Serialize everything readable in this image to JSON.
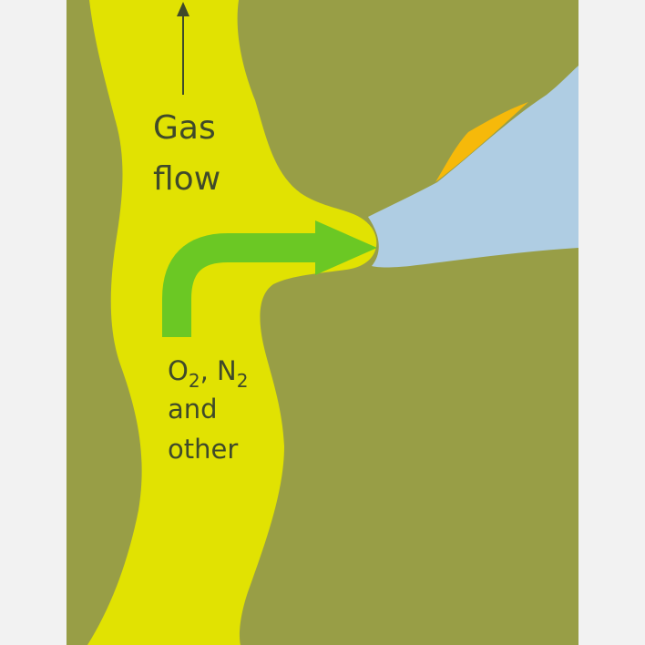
{
  "labels": {
    "gas_flow_line1": "Gas",
    "gas_flow_line2": "flow",
    "species_o": "O",
    "species_o_sub": "2",
    "species_sep": ", N",
    "species_n_sub": "2",
    "species_line2": "and",
    "species_line3": "other"
  },
  "colors": {
    "page_background": "#f2f2f2",
    "solid_material": "#989e46",
    "gas_channel": "#e1e202",
    "pore_region": "#afcde3",
    "deposit": "#f6b90a",
    "flow_arrow": "#6bc824",
    "text": "#3f4a2a"
  },
  "icons": {
    "gas_flow_arrow": "arrow-up-icon",
    "diffusion_arrow": "curved-arrow-right-icon"
  }
}
